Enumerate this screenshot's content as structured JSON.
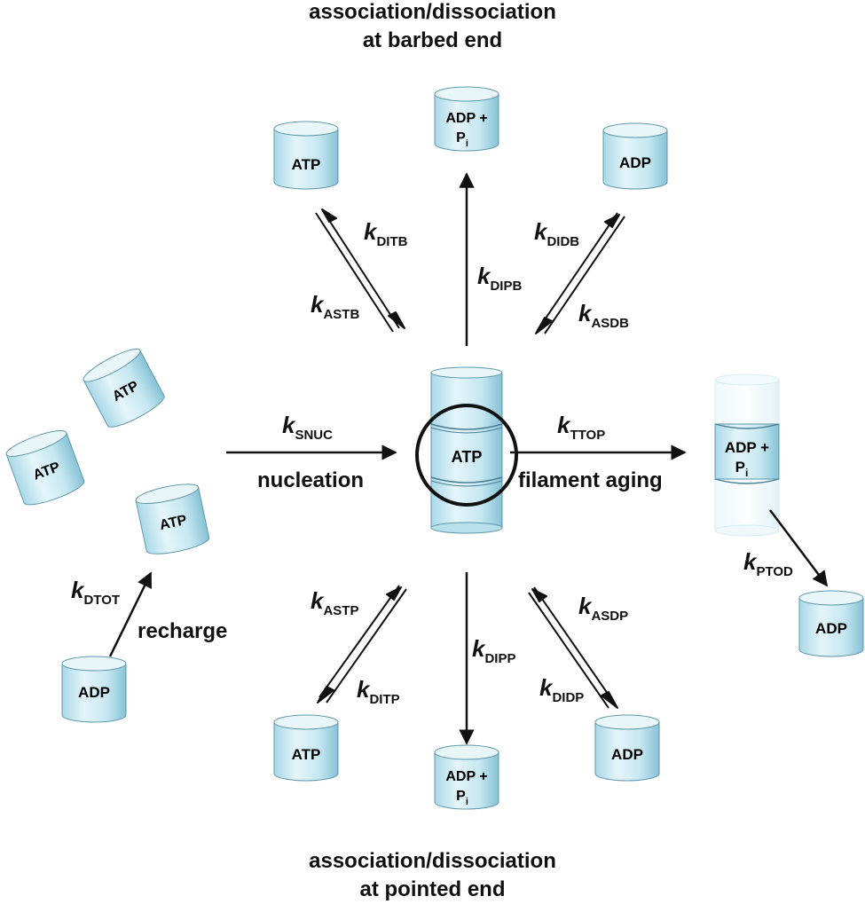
{
  "titles": {
    "barbed": [
      "association/dissociation",
      "at barbed end"
    ],
    "pointed": [
      "association/dissociation",
      "at pointed end"
    ]
  },
  "process_labels": {
    "nucleation": "nucleation",
    "aging": "filament aging",
    "recharge": "recharge"
  },
  "rates": {
    "ditb": {
      "k": "k",
      "sub": "DITB"
    },
    "astb": {
      "k": "k",
      "sub": "ASTB"
    },
    "dipb": {
      "k": "k",
      "sub": "DIPB"
    },
    "didb": {
      "k": "k",
      "sub": "DIDB"
    },
    "asdb": {
      "k": "k",
      "sub": "ASDB"
    },
    "snuc": {
      "k": "k",
      "sub": "SNUC"
    },
    "ttop": {
      "k": "k",
      "sub": "TTOP"
    },
    "ptod": {
      "k": "k",
      "sub": "PTOD"
    },
    "dtot": {
      "k": "k",
      "sub": "DTOT"
    },
    "astp": {
      "k": "k",
      "sub": "ASTP"
    },
    "ditp": {
      "k": "k",
      "sub": "DITP"
    },
    "dipp": {
      "k": "k",
      "sub": "DIPP"
    },
    "asdp": {
      "k": "k",
      "sub": "ASDP"
    },
    "didp": {
      "k": "k",
      "sub": "DIDP"
    }
  },
  "nucleotides": {
    "atp": "ATP",
    "adp": "ADP",
    "adp_pi_line1": "ADP +",
    "pi_main": "P",
    "pi_sub": "i"
  },
  "colors": {
    "cylinder_light": "#eaf7fb",
    "cylinder_mid": "#cdebf4",
    "cylinder_dark": "#8fc9dc",
    "outline": "#4a7f92",
    "arrow": "#111111"
  }
}
